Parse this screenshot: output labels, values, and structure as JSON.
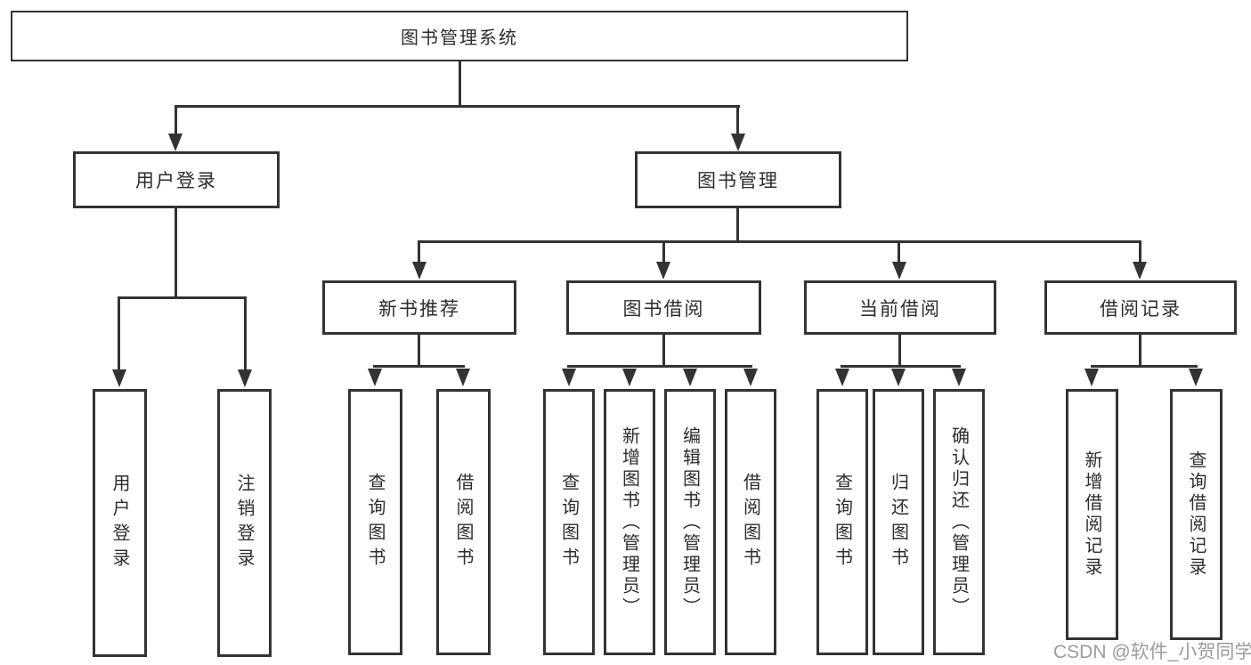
{
  "nodes": {
    "root": "图书管理系统",
    "user_login": "用户登录",
    "book_mgmt": "图书管理",
    "new_books": "新书推荐",
    "book_borrow": "图书借阅",
    "current_borrow": "当前借阅",
    "borrow_records": "借阅记录",
    "leaves": {
      "user_login": [
        "用户登录",
        "注销登录"
      ],
      "new_books": [
        "查询图书",
        "借阅图书"
      ],
      "book_borrow": [
        "查询图书",
        "新增图书（管理员）",
        "编辑图书（管理员）",
        "借阅图书"
      ],
      "current_borrow": [
        "查询图书",
        "归还图书",
        "确认归还（管理员）"
      ],
      "borrow_records": [
        "新增借阅记录",
        "查询借阅记录"
      ]
    }
  },
  "watermark": {
    "text": "CSDN @软件_小贺同学"
  },
  "colors": {
    "line": "#333333",
    "box_background": "#ffffff",
    "text": "#2d2d2d",
    "watermark": "#9b9ba2"
  }
}
